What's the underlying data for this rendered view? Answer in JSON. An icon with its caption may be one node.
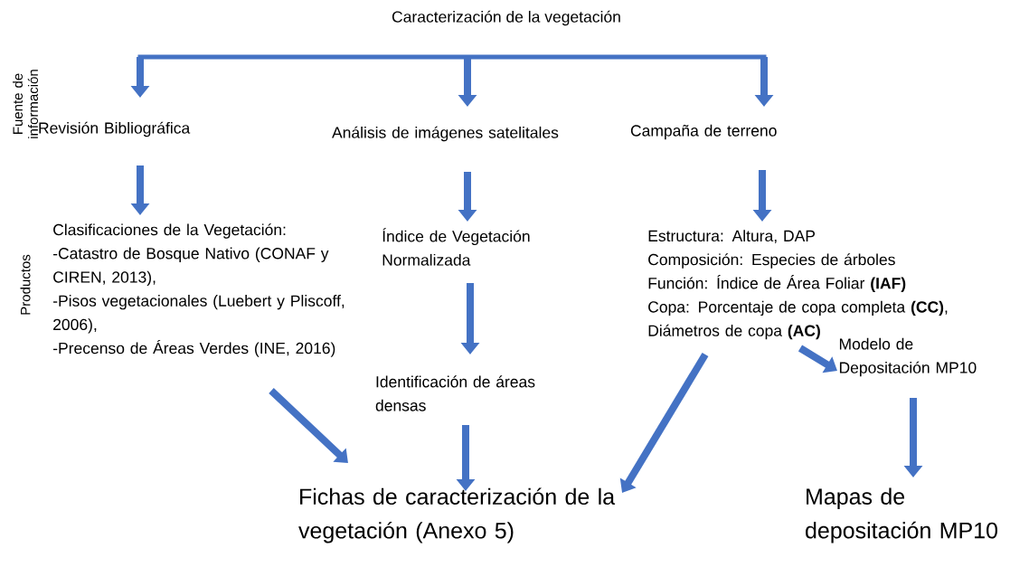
{
  "diagram": {
    "title": "Caracterización de la vegetación",
    "nodes": [
      {
        "text": [
          "Revisión Bibliográfica"
        ]
      },
      {
        "text": [
          "Análisis de imágenes satelitales"
        ]
      },
      {
        "text": [
          "Campaña de terreno"
        ]
      },
      {
        "text": [
          "Clasificaciones de la Vegetación:",
          "-Catastro de Bosque Nativo (CONAF y CIREN, 2013),",
          "-Pisos vegetacionales (Luebert y Pliscoff, 2006),",
          "-Precenso de Áreas Verdes (INE, 2016)"
        ]
      },
      {
        "text": [
          "Índice de Vegetación Normalizada"
        ]
      },
      {
        "text": [
          "Estructura: Altura, DAP",
          "Composición: Especies de árboles",
          "Función: Índice de Área Foliar **(IAF)**",
          "Copa: Porcentaje de copa completa **(CC)**, Diámetros de copa **(AC)**"
        ]
      },
      {
        "text": [
          "Identificación de áreas densas"
        ]
      },
      {
        "text": [
          "Modelo de Depositación MP10"
        ]
      },
      {
        "text": [
          "Fichas de caracterización de la vegetación (Anexo 5)"
        ]
      },
      {
        "text": [
          "Mapas de depositación MP10"
        ]
      }
    ],
    "edges": [
      {
        "from": null,
        "to": 0,
        "arrow": "to"
      },
      {
        "from": null,
        "to": 1,
        "arrow": "to"
      },
      {
        "from": null,
        "to": 2,
        "arrow": "to"
      },
      {
        "from": 0,
        "to": 3,
        "arrow": "to"
      },
      {
        "from": 1,
        "to": 4,
        "arrow": "to"
      },
      {
        "from": 2,
        "to": 5,
        "arrow": "to"
      },
      {
        "from": 4,
        "to": 6,
        "arrow": "to"
      },
      {
        "from": 5,
        "to": 7,
        "arrow": "to"
      },
      {
        "from": 3,
        "to": 8,
        "arrow": "to"
      },
      {
        "from": 6,
        "to": 8,
        "arrow": "to"
      },
      {
        "from": 5,
        "to": 8,
        "arrow": "to"
      },
      {
        "from": 7,
        "to": 9,
        "arrow": "to"
      }
    ],
    "labels": [
      "Fuente de información",
      "Productos"
    ]
  }
}
